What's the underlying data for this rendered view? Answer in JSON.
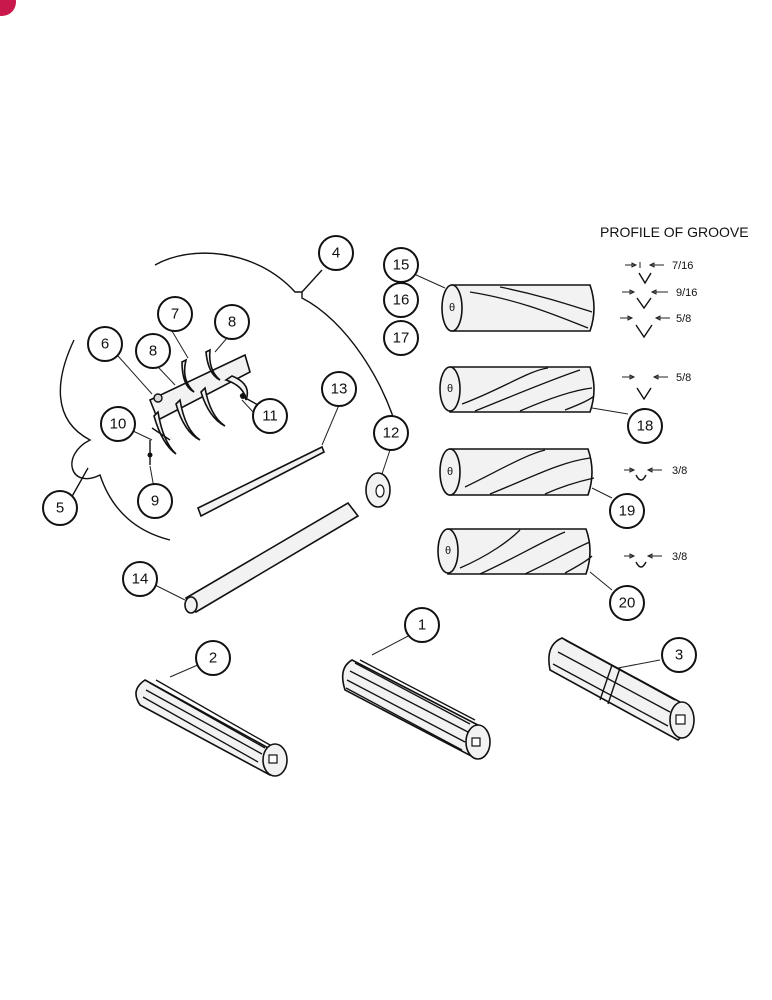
{
  "profile": {
    "title": "PROFILE OF GROOVE",
    "measures": [
      "7/16",
      "9/16",
      "5/8",
      "5/8",
      "3/8",
      "3/8"
    ]
  },
  "callouts": [
    "1",
    "2",
    "3",
    "4",
    "5",
    "6",
    "7",
    "8",
    "8",
    "9",
    "10",
    "11",
    "12",
    "13",
    "14",
    "15",
    "16",
    "17",
    "18",
    "19",
    "20"
  ]
}
